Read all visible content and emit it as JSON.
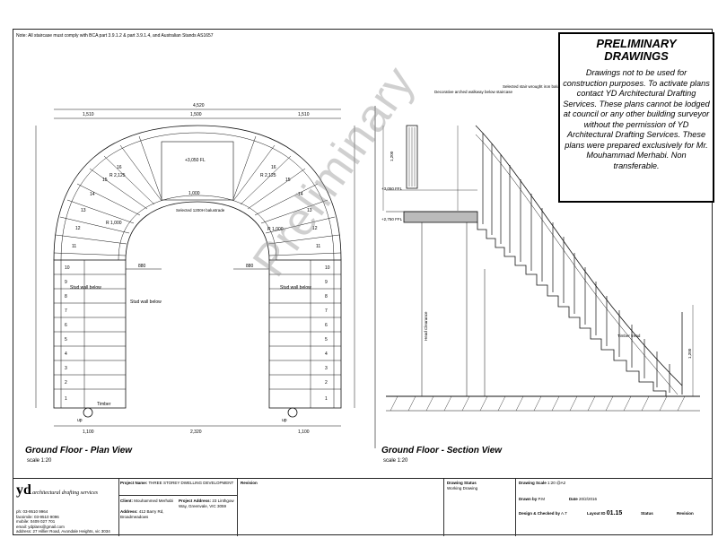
{
  "note": "Note: All staircase must comply with BCA part 3.9.1.2 & part 3.9.1.4, and Australian Stands AS1657",
  "preliminary": {
    "title1": "PRELIMINARY",
    "title2": "DRAWINGS",
    "body": "Drawings not to be used for construction purposes. To activate plans contact YD Architectural Drafting Services. These plans cannot be lodged at council or any other building surveyor without the permission of YD Architectural Drafting Services. These plans were prepared exclusively for Mr. Mouhammad Merhabi. Non transferable."
  },
  "watermark": "Preliminary",
  "plan": {
    "title": "Ground Floor - Plan View",
    "scale": "scale 1:20",
    "dims_top": [
      "4,520",
      "1,510",
      "1,500",
      "1,510"
    ],
    "dims_bottom": [
      "1,100",
      "2,320",
      "1,100"
    ],
    "dim_880_left": "880",
    "dim_880_right": "880",
    "radius_labels": [
      "R 2,125",
      "R 1,000",
      "R 2,125",
      "R 1,000"
    ],
    "landing": "1,000",
    "landing_label": "Selected 1200H balustrade",
    "stud_wall_left_1": "Stud wall below",
    "stud_wall_left_2": "Stud wall below",
    "stud_wall_right_1": "Stud wall below",
    "left_steps": [
      "10",
      "9",
      "8",
      "7",
      "6",
      "5",
      "4",
      "3",
      "2",
      "1"
    ],
    "right_steps": [
      "10",
      "9",
      "8",
      "7",
      "6",
      "5",
      "4",
      "3",
      "2",
      "1"
    ],
    "curve_steps_left": [
      "11",
      "12",
      "13",
      "14",
      "15",
      "16"
    ],
    "curve_steps_right": [
      "11",
      "12",
      "13",
      "14",
      "15",
      "16"
    ],
    "level_label": "+3,050 FL",
    "up_label": "up",
    "timber": "Timber"
  },
  "section": {
    "title": "Ground Floor - Section View",
    "scale": "scale 1:20",
    "note_arched": "Decorative arched walkway below staircase",
    "note_stair": "Selected stair wrought iron balustrade & handrail @1200H",
    "headroom": "Head Clearance",
    "timber_tread": "Timber tread",
    "ffl_upper": "+3,050 FFL",
    "ffl_mid": "+2,750 FFL",
    "dim_1200": "1,200",
    "dim_1200b": "1,200"
  },
  "titleblock": {
    "logo": "yd",
    "logo_sub": "architectural drafting services",
    "contact_lines": [
      "ph:        03-9510 9964",
      "facsimile: 03-9510 9096",
      "mobile:    0409 027 701",
      "email:     ydplans@gmail.com",
      "address: 27 Hillier Road, Avondale Heights, vic 3034"
    ],
    "project_name_label": "Project Name:",
    "project_name": "THREE STOREY DWELLING DEVELOPMENT",
    "client_label": "Client:",
    "client": "Mouhammed Merhabi",
    "address_label": "Address:",
    "address": "412 Barry Rd, Broadmeadows",
    "project_label": "Project",
    "project_address_label": "Address:",
    "project_address": "23 Linthgow Way, Greenvale, VIC 3059",
    "revision_label": "Revision",
    "drawing_status_label": "Drawing Status",
    "drawing_status": "Working Drawing",
    "drawing_scale_label": "Drawing Scale",
    "drawing_scale": "1:20",
    "paper": "@A2",
    "drawn_by_label": "Drawn by",
    "drawn_by": "P.M",
    "date_label": "Date",
    "date": "20/2/2016",
    "design_checked_label": "Design & Checked by",
    "design_checked": "A.T",
    "layout_label": "Layout ID",
    "layout": "01.15",
    "status_label": "Status",
    "revision_value_label": "Revision"
  }
}
